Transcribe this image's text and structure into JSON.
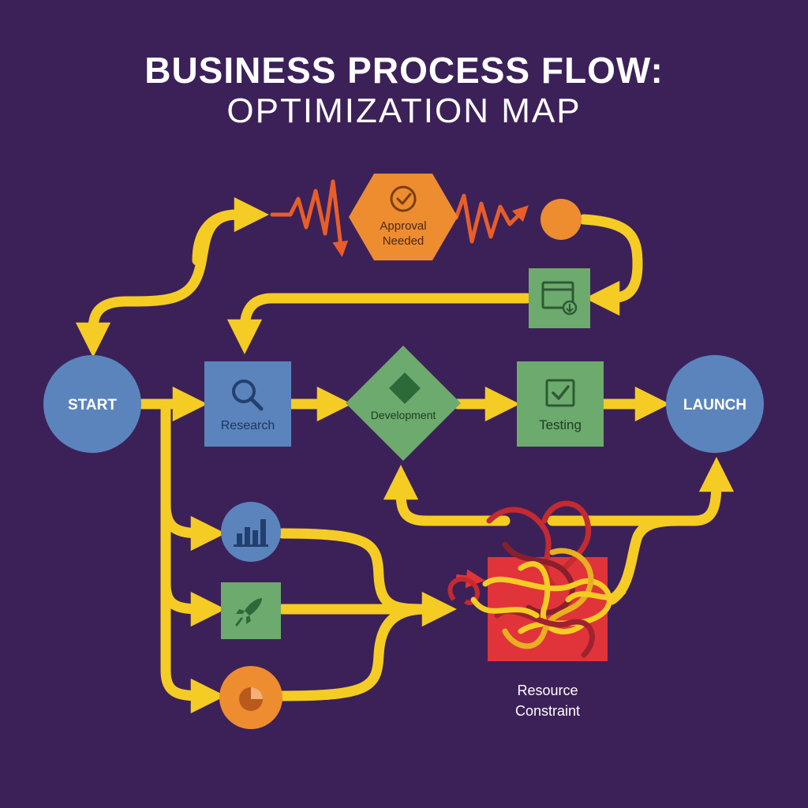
{
  "title": {
    "line1": "BUSINESS PROCESS FLOW:",
    "line2": "OPTIMIZATION MAP"
  },
  "nodes": {
    "start": "START",
    "research": "Research",
    "development": "Development",
    "testing": "Testing",
    "launch": "LAUNCH",
    "approval_line1": "Approval",
    "approval_line2": "Needed",
    "resource_line1": "Resource",
    "resource_line2": "Constraint"
  },
  "icons": {
    "research": "magnifier-icon",
    "development": "diamond-icon",
    "testing": "checkbox-icon",
    "approval": "check-circle-icon",
    "feedback": "browser-window-icon",
    "analytics": "bar-chart-icon",
    "rocket": "rocket-icon",
    "pie": "pie-chart-icon"
  },
  "colors": {
    "background": "#3c2158",
    "flow_arrow": "#f5cc24",
    "blue_node": "#5b84bd",
    "green_node": "#6daa6e",
    "orange_node": "#ee8c30",
    "bottleneck_red": "#e0343a",
    "zigzag": "#e85e28"
  }
}
